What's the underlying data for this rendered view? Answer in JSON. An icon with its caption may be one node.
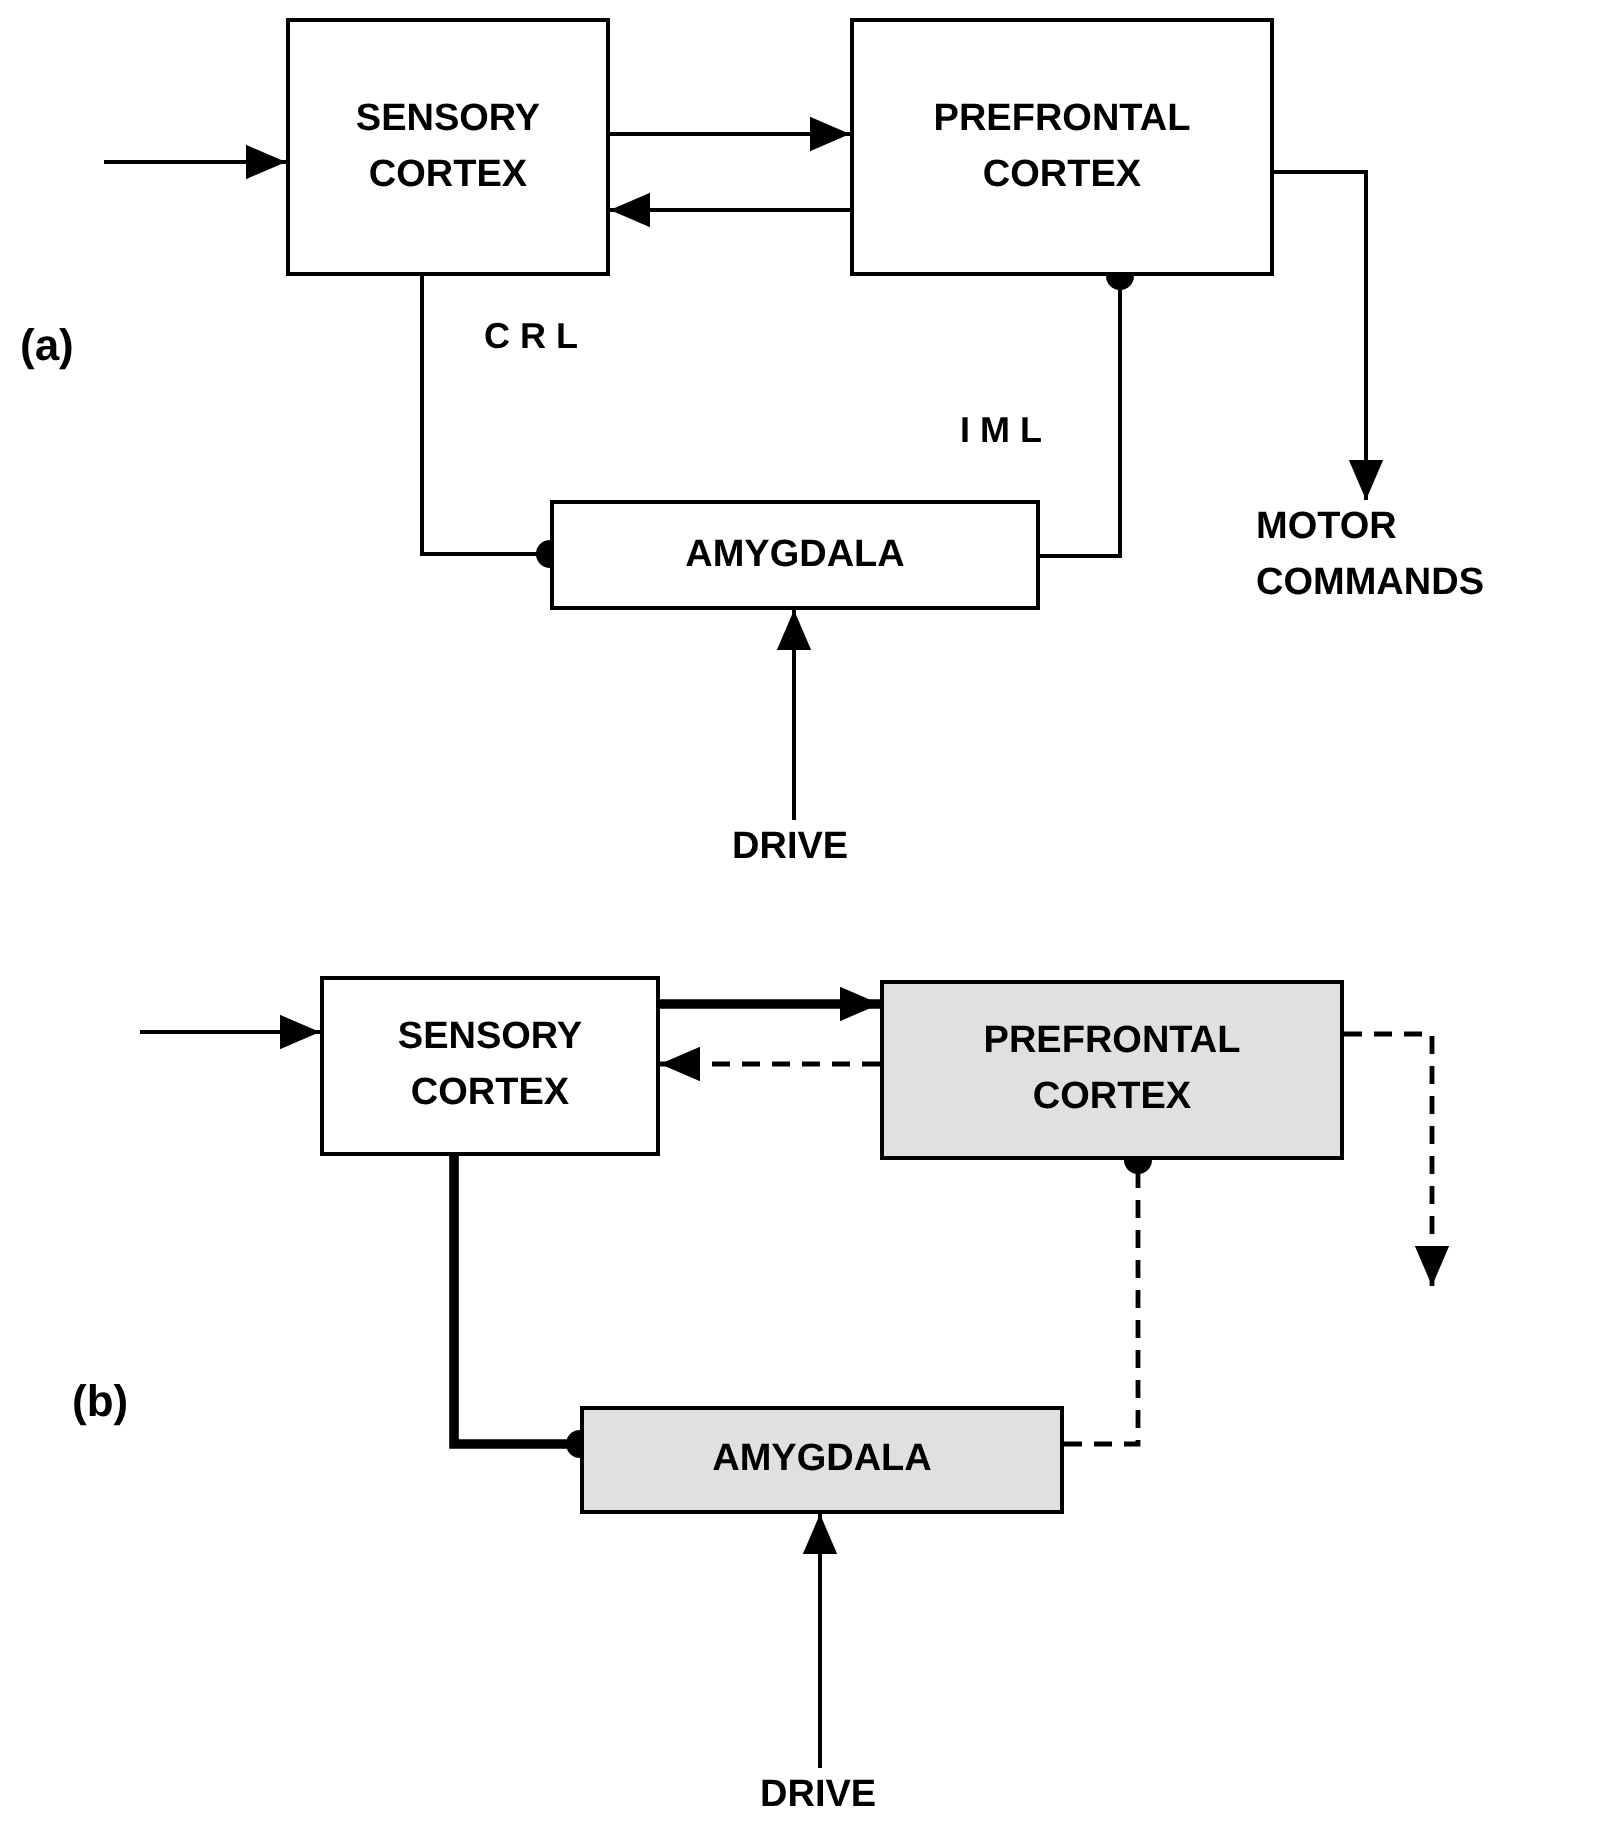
{
  "diagram": {
    "nodes": [
      {
        "text": [
          "SENSORY CORTEX"
        ]
      },
      {
        "text": [
          "PREFRONTAL CORTEX"
        ]
      },
      {
        "text": [
          "AMYGDALA"
        ]
      },
      {
        "text": [
          "MOTOR COMMANDS"
        ]
      },
      {
        "text": [
          "DRIVE"
        ]
      },
      {
        "text": [
          "SENSORY CORTEX"
        ]
      },
      {
        "text": [
          "PREFRONTAL CORTEX"
        ]
      },
      {
        "text": [
          "AMYGDALA"
        ]
      },
      {
        "text": [
          "DRIVE"
        ]
      }
    ],
    "edges": [
      {
        "from": null,
        "to": 0,
        "arrow": "to"
      },
      {
        "from": 0,
        "to": 1,
        "arrow": "to"
      },
      {
        "from": 1,
        "to": 0,
        "arrow": "to"
      },
      {
        "from": 1,
        "to": 3,
        "arrow": "to"
      },
      {
        "from": 0,
        "to": 2,
        "arrow": "other",
        "label": "C R L"
      },
      {
        "from": 2,
        "to": 1,
        "arrow": "other",
        "label": "I M L"
      },
      {
        "from": 4,
        "to": 2,
        "arrow": "to"
      },
      {
        "from": null,
        "to": 5,
        "arrow": "to"
      },
      {
        "from": 5,
        "to": 6,
        "arrow": "to",
        "style": "thick"
      },
      {
        "from": 6,
        "to": 5,
        "arrow": "to",
        "style": "dashed"
      },
      {
        "from": 6,
        "to": null,
        "arrow": "to",
        "style": "dashed"
      },
      {
        "from": 5,
        "to": 7,
        "arrow": "other",
        "style": "thick"
      },
      {
        "from": 7,
        "to": 6,
        "arrow": "other",
        "style": "dashed"
      },
      {
        "from": 8,
        "to": 7,
        "arrow": "to"
      }
    ],
    "labels": [
      "(a)",
      "(b)"
    ]
  }
}
